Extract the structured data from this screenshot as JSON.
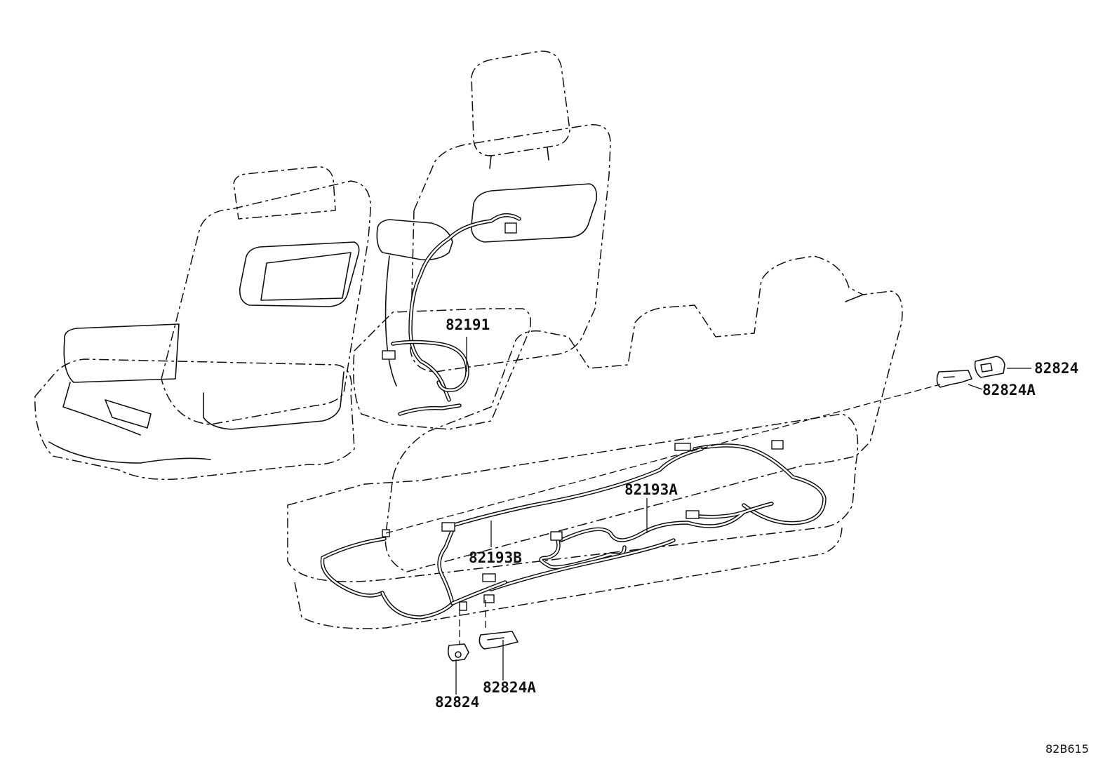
{
  "diagram": {
    "figure_id": "82B615",
    "parts": {
      "p82191": "82191",
      "p82193a": "82193A",
      "p82193b": "82193B",
      "p82824_right": "82824",
      "p82824a_right": "82824A",
      "p82824_bottom": "82824",
      "p82824a_bottom": "82824A"
    }
  }
}
